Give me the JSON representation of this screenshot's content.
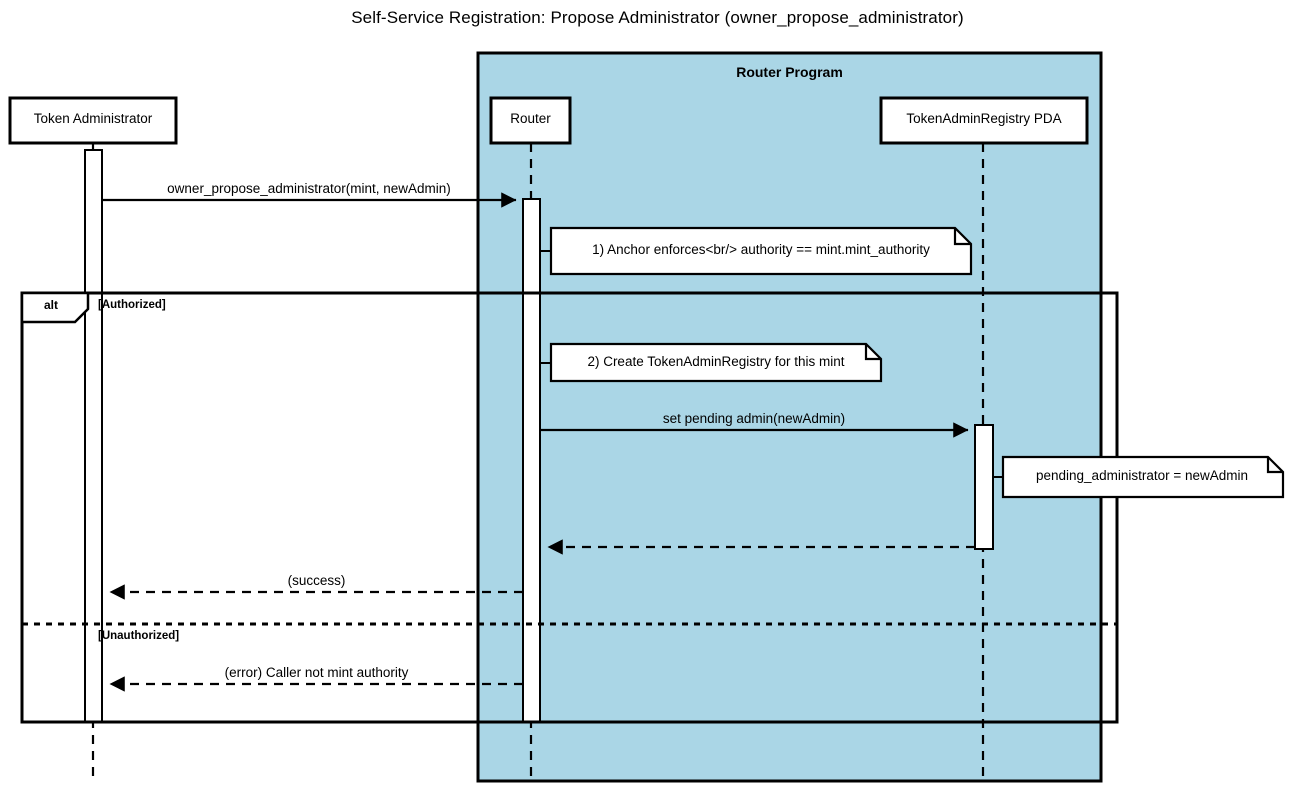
{
  "diagram": {
    "type": "sequence-diagram",
    "title": "Self-Service Registration: Propose Administrator (owner_propose_administrator)",
    "colors": {
      "box_fill": "#aad6e6",
      "stroke": "#000000",
      "note_fill": "#ffffff",
      "lifeline_fill": "#ffffff",
      "background": "#ffffff"
    },
    "grouping_box": {
      "label": "Router Program"
    },
    "participants": [
      {
        "id": "token-administrator",
        "label": "Token Administrator",
        "in_box": false
      },
      {
        "id": "router",
        "label": "Router",
        "in_box": true
      },
      {
        "id": "token-admin-registry-pda",
        "label": "TokenAdminRegistry PDA",
        "in_box": true
      }
    ],
    "messages": [
      {
        "id": "owner-propose-administrator",
        "label": "owner_propose_administrator(mint, newAdmin)",
        "from": "token-administrator",
        "to": "router",
        "style": "solid",
        "arrow": "filled"
      },
      {
        "id": "set-pending-admin",
        "label": "set pending admin(newAdmin)",
        "from": "router",
        "to": "token-admin-registry-pda",
        "style": "solid",
        "arrow": "filled"
      },
      {
        "id": "pda-return",
        "label": "",
        "from": "token-admin-registry-pda",
        "to": "router",
        "style": "dashed",
        "arrow": "filled"
      },
      {
        "id": "success",
        "label": "(success)",
        "from": "router",
        "to": "token-administrator",
        "style": "dashed",
        "arrow": "filled"
      },
      {
        "id": "error-not-mint-authority",
        "label": "(error) Caller not mint authority",
        "from": "router",
        "to": "token-administrator",
        "style": "dashed",
        "arrow": "filled"
      }
    ],
    "notes": [
      {
        "id": "note-anchor-enforces",
        "text": "1) Anchor enforces<br/> authority == mint.mint_authority",
        "attached_to": "router"
      },
      {
        "id": "note-create-registry",
        "text": "2) Create TokenAdminRegistry for this mint",
        "attached_to": "router"
      },
      {
        "id": "note-pending-administrator",
        "text": "pending_administrator = newAdmin",
        "attached_to": "token-admin-registry-pda"
      }
    ],
    "fragment": {
      "operator": "alt",
      "sections": [
        {
          "guard": "[Authorized]"
        },
        {
          "guard": "[Unauthorized]"
        }
      ]
    }
  }
}
